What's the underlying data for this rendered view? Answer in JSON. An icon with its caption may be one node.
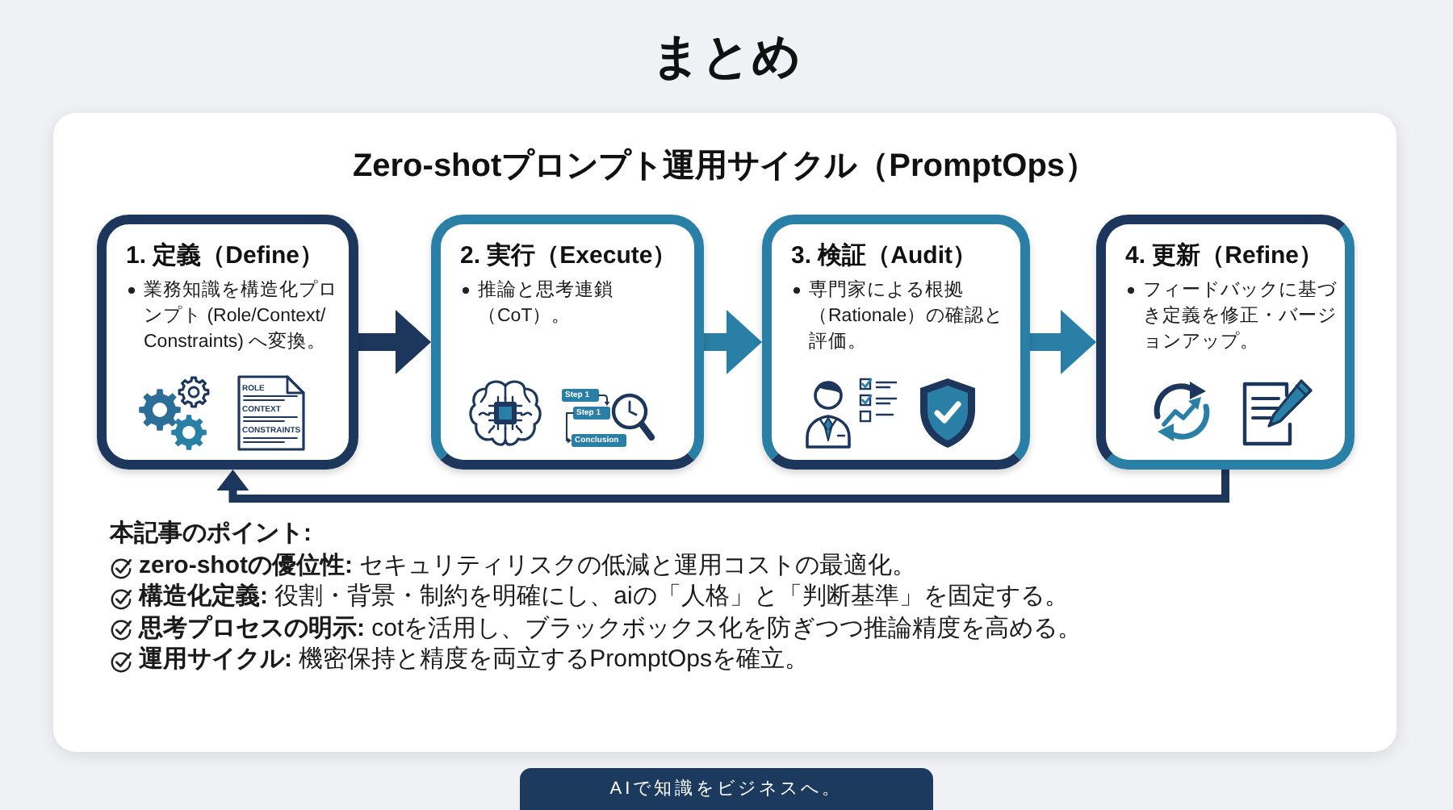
{
  "diagram": {
    "title": "まとめ",
    "nodes": [
      {
        "text": [
          "Zero-shotプロンプト運用サイクル（PromptOps）"
        ]
      },
      {
        "text": [
          "1. 定義（Define）",
          "業務知識を構造化プロンプト (Role/Context/Constraints) へ変換。"
        ],
        "in": 0
      },
      {
        "text": [
          "2. 実行（Execute）",
          "推論と思考連鎖（CoT）。"
        ],
        "in": 0
      },
      {
        "text": [
          "3. 検証（Audit）",
          "専門家による根拠（Rationale）の確認と評価。"
        ],
        "in": 0
      },
      {
        "text": [
          "4. 更新（Refine）",
          "フィードバックに基づき定義を修正・バージョンアップ。"
        ],
        "in": 0
      }
    ],
    "edges": [
      {
        "from": 1,
        "to": 2,
        "arrow": "to"
      },
      {
        "from": 2,
        "to": 3,
        "arrow": "to",
        "color": "#2a7fa6"
      },
      {
        "from": 3,
        "to": 4,
        "arrow": "to",
        "color": "#2a7fa6"
      },
      {
        "from": 4,
        "to": 1,
        "arrow": "to"
      }
    ],
    "labels": [
      "ROLE",
      "CONTEXT",
      "CONSTRAINTS",
      "Step 1",
      "Step 1",
      "Conclusion",
      "本記事のポイント:",
      "**zero-shotの優位性:** セキュリティリスクの低減と運用コストの最適化。",
      "**構造化定義:** 役割・背景・制約を明確にし、aiの「人格」と「判断基準」を固定する。",
      "**思考プロセスの明示:** cotを活用し、ブラックボックス化を防ぎつつ推論精度を高める。",
      "**運用サイクル:** 機密保持と精度を両立するPromptOpsを確立。",
      "AIで知識をビジネスへ。"
    ]
  }
}
